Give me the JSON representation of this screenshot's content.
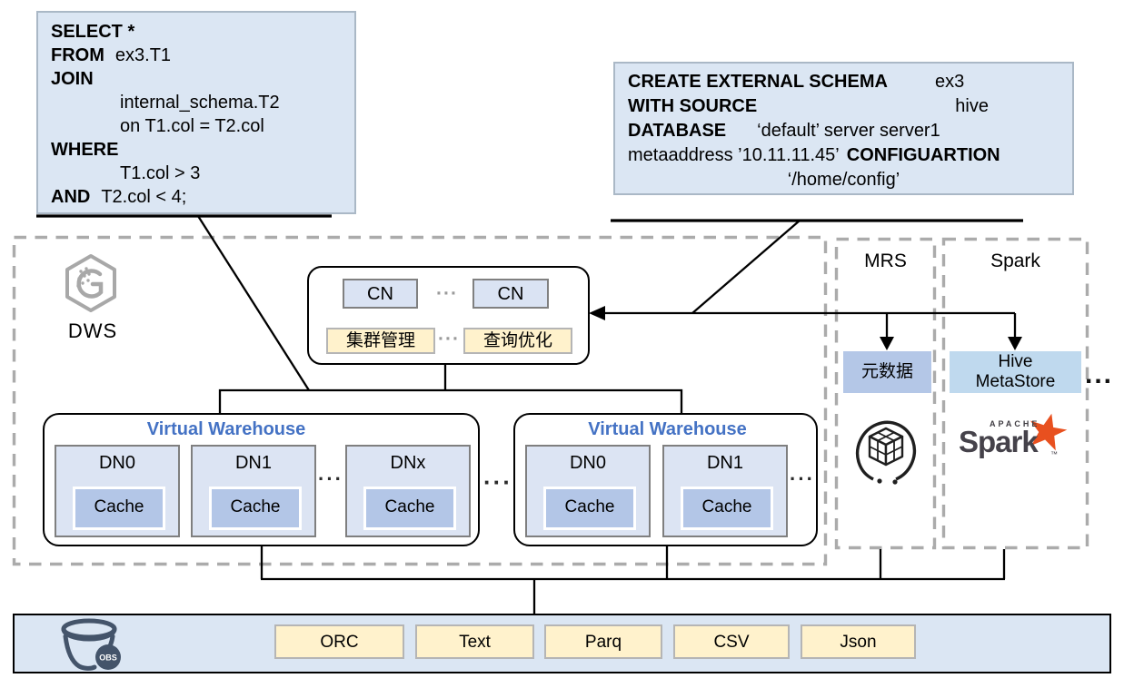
{
  "colors": {
    "codebox_fill": "#dbe6f3",
    "node_blue": "#dae3f3",
    "cache_blue": "#b3c6e7",
    "metadata_blue": "#b4c7e7",
    "metastore_blue": "#bfd9ee",
    "cream_yellow": "#fff2cc",
    "vw_title_blue": "#4472c4",
    "spark_orange": "#e8501f",
    "obs_navy": "#44546a",
    "dashed_gray": "#ababab",
    "line_black": "#000000"
  },
  "sql_box": {
    "lines": [
      {
        "kw": "SELECT *",
        "rest": ""
      },
      {
        "kw": "FROM",
        "rest": "ex3.T1"
      },
      {
        "kw": "JOIN",
        "rest": ""
      },
      {
        "kw": "",
        "rest": "internal_schema.T2"
      },
      {
        "kw": "",
        "rest": "on T1.col = T2.col"
      },
      {
        "kw": "WHERE",
        "rest": ""
      },
      {
        "kw": "",
        "rest": "T1.col > 3"
      },
      {
        "kw": "AND",
        "rest": "T2.col < 4;"
      }
    ]
  },
  "schema_box": {
    "l1_kw": "CREATE EXTERNAL SCHEMA",
    "l1_val": "ex3",
    "l2_kw": "WITH SOURCE",
    "l2_val": "hive",
    "l3_kw": "DATABASE",
    "l3_val": "‘default’ server server1",
    "l4_plain": "metaaddress ’10.11.11.45’",
    "l4_kw": "CONFIGUARTION",
    "l5": "‘/home/config’"
  },
  "dws": {
    "label": "DWS"
  },
  "cn": {
    "cn1": "CN",
    "cn2": "CN",
    "dots": "···",
    "mgmt": "集群管理",
    "opt": "查询优化"
  },
  "mrs": {
    "label": "MRS",
    "metadata": "元数据"
  },
  "spark": {
    "label": "Spark",
    "metastore_l1": "Hive",
    "metastore_l2": "MetaStore",
    "apache": "APACHE",
    "brand": "Spark",
    "tm": "™"
  },
  "warehouses": [
    {
      "title": "Virtual Warehouse",
      "dn0": "DN0",
      "dn1": "DN1",
      "dn2": "DNx",
      "cache": "Cache"
    },
    {
      "title": "Virtual Warehouse",
      "dn0": "DN0",
      "dn1": "DN1",
      "cache": "Cache"
    }
  ],
  "ellipsis": {
    "small": "···",
    "between_vw": "···",
    "outer": "..."
  },
  "obs": {
    "badge": "OBS",
    "formats": {
      "f0": "ORC",
      "f1": "Text",
      "f2": "Parq",
      "f3": "CSV",
      "f4": "Json"
    }
  }
}
